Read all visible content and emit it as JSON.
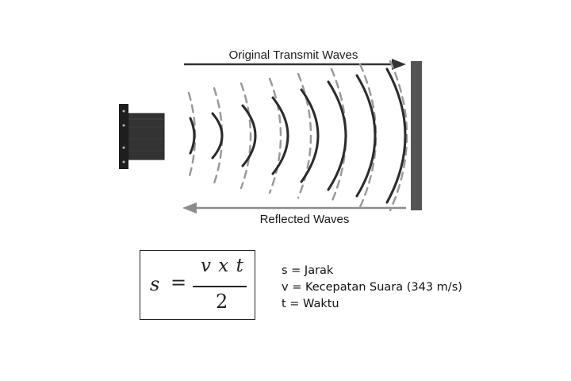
{
  "diagram": {
    "transmit_label": "Original Transmit Waves",
    "reflected_label": "Reflected Waves"
  },
  "formula": {
    "lhs": "s",
    "equals": "=",
    "numerator": "v x t",
    "denominator": "2"
  },
  "legend": {
    "items": [
      {
        "text": "s = Jarak"
      },
      {
        "text": "v = Kecepatan Suara (343 m/s)"
      },
      {
        "text": "t = Waktu"
      }
    ]
  },
  "colors": {
    "solid_wave": "#2b2b2b",
    "dashed_wave": "#9a9a9a",
    "transmit_arrow": "#333333",
    "reflected_arrow": "#8c8c8c",
    "wall": "#555555",
    "sensor": "#2e2e2e"
  }
}
